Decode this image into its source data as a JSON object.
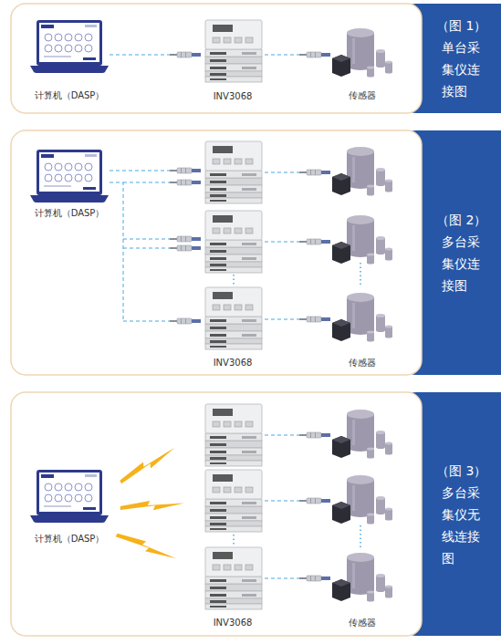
{
  "diagram": {
    "nodes": [
      {
        "text": [
          "（图 1）",
          "单台采集仪连接图"
        ]
      },
      {
        "text": [
          "（图 2）",
          "多台采集仪连接图"
        ]
      },
      {
        "text": [
          "（图 3）",
          "多台采集仪无线连接图"
        ]
      }
    ],
    "labels": [
      "计算机（DASP）",
      "INV3068",
      "传感器",
      "计算机（DASP）",
      "INV3068",
      "传感器",
      "计算机（DASP）",
      "INV3068",
      "传感器"
    ]
  }
}
